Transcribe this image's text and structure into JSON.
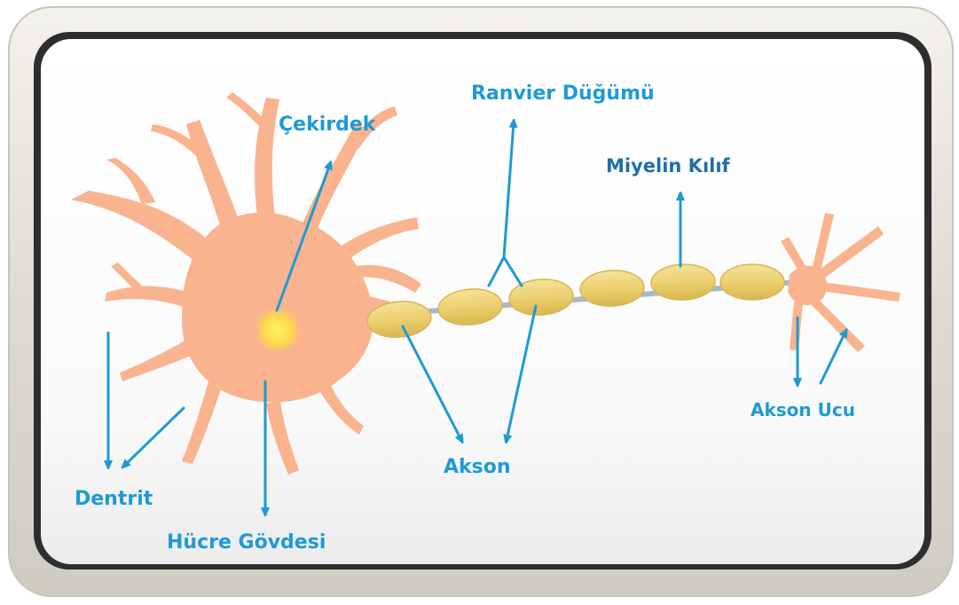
{
  "labels": {
    "ranvier": "Ranvier Düğümü",
    "cekirdek": "Çekirdek",
    "miyelin": "Miyelin Kılıf",
    "akson": "Akson",
    "akson_ucu": "Akson Ucu",
    "dentrit": "Dentrit",
    "hucre_govdesi": "Hücre Gövdesi"
  },
  "colors": {
    "label_text": "#1e9ad6",
    "arrow": "#1e9ad6",
    "cell": "#f9b38e",
    "nucleus": "#ffe24a",
    "myelin": "#efd27a",
    "myelin_stroke": "#d9b653",
    "axon": "#a8b8c8",
    "frame_outer": "#d9d6cc",
    "frame_inner": "#3a3a3a",
    "panel": "#ffffff"
  }
}
